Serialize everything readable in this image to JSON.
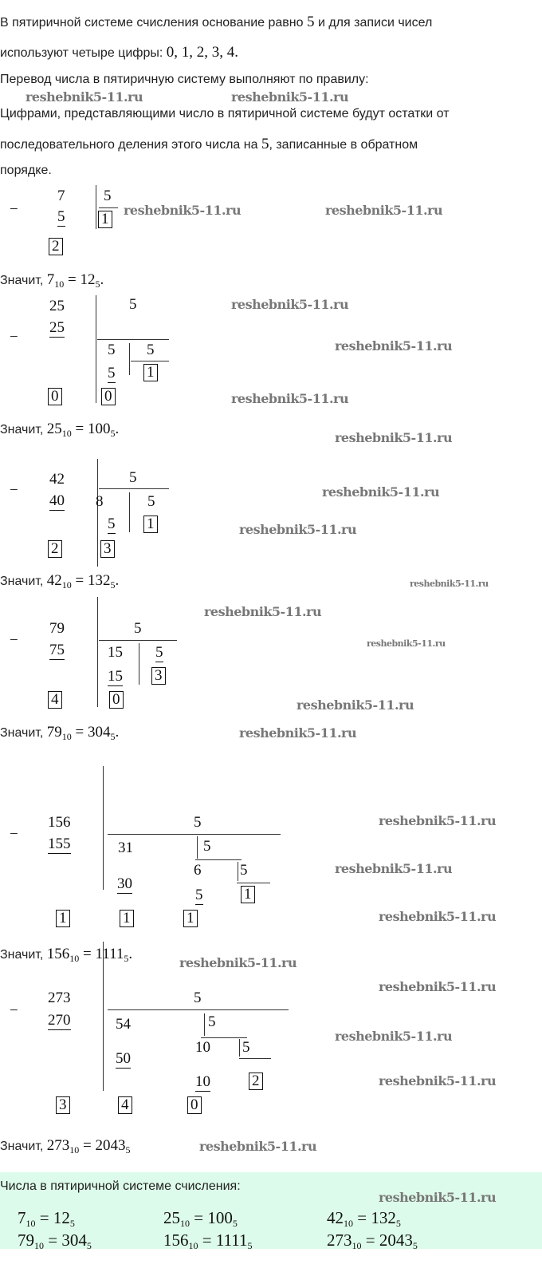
{
  "watermark": "reshebnik5-11.ru",
  "intro": {
    "l1a": "В пятиричной системе счисления основание равно",
    "l1b": "5",
    "l1c": "и для записи чисел",
    "l2a": "используют четыре цифры:",
    "l2b": "0, 1, 2, 3, 4.",
    "l3": "Перевод числа в пятиричную систему выполняют по правилу:",
    "l4": "Цифрами, представляющими число в пятиричной системе будут остатки от",
    "l5a": "последовательного деления этого числа на",
    "l5b": "5",
    "l5c": ", записанные в обратном",
    "l6": "порядке."
  },
  "minus": "−",
  "d1": {
    "a": "7",
    "b": "5",
    "r": "2",
    "q": "1",
    "div": "5",
    "res_pre": "Значит,",
    "n": "7",
    "nb": "10",
    "eq": "=",
    "v": "12",
    "vb": "5",
    "end": "."
  },
  "d2": {
    "a": "25",
    "b": "25",
    "div": "5",
    "q1": "5",
    "s1": "5",
    "d2": "5",
    "q2": "1",
    "r1": "0",
    "r2": "0",
    "res_pre": "Значит,",
    "n": "25",
    "nb": "10",
    "eq": "=",
    "v": "100",
    "vb": "5",
    "end": "."
  },
  "d3": {
    "a": "42",
    "b": "40",
    "div": "5",
    "q1": "8",
    "s1": "5",
    "d2": "5",
    "q2": "1",
    "r1": "2",
    "r2": "3",
    "res_pre": "Значит,",
    "n": "42",
    "nb": "10",
    "eq": "=",
    "v": "132",
    "vb": "5",
    "end": "."
  },
  "d4": {
    "a": "79",
    "b": "75",
    "div": "5",
    "q1": "15",
    "s1": "15",
    "d2": "5",
    "q2": "3",
    "r1": "4",
    "r2": "0",
    "res_pre": "Значит,",
    "n": "79",
    "nb": "10",
    "eq": "=",
    "v": "304",
    "vb": "5",
    "end": "."
  },
  "d5": {
    "a": "156",
    "b": "155",
    "div": "5",
    "q1": "31",
    "s1": "30",
    "d2": "5",
    "q2": "6",
    "s2": "5",
    "d3": "5",
    "q3": "1",
    "r1": "1",
    "r2": "1",
    "r3": "1",
    "res_pre": "Значит,",
    "n": "156",
    "nb": "10",
    "eq": "=",
    "v": "1111",
    "vb": "5",
    "end": "."
  },
  "d6": {
    "a": "273",
    "b": "270",
    "div": "5",
    "q1": "54",
    "s1": "50",
    "d2": "5",
    "q2": "10",
    "s2": "10",
    "d3": "5",
    "q3": "2",
    "r1": "3",
    "r2": "4",
    "r3": "0",
    "res_pre": "Значит,",
    "n": "273",
    "nb": "10",
    "eq": "=",
    "v": "2043",
    "vb": "5",
    "end": ""
  },
  "summary": {
    "title": "Числа в пятиричной системе счисления:",
    "items": [
      {
        "n": "7",
        "v": "12"
      },
      {
        "n": "25",
        "v": "100"
      },
      {
        "n": "42",
        "v": "132"
      },
      {
        "n": "79",
        "v": "304"
      },
      {
        "n": "156",
        "v": "1111"
      },
      {
        "n": "273",
        "v": "2043"
      }
    ],
    "b10": "10",
    "b5": "5",
    "eq": "="
  },
  "colors": {
    "summary_bg": "#ddfbea"
  }
}
